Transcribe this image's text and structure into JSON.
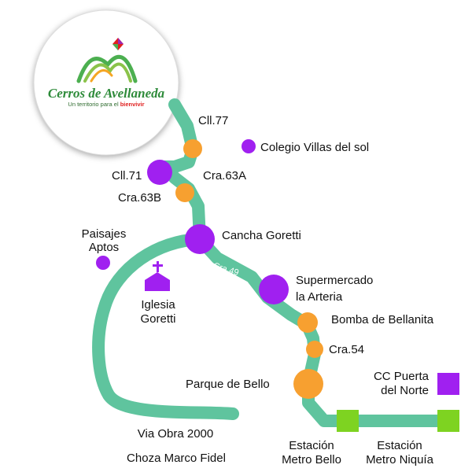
{
  "logo": {
    "title": "Cerros de Avellaneda",
    "tagline_prefix": "Un territorio para el ",
    "tagline_highlight": "bienvivir",
    "icon": "mountains-logo-icon"
  },
  "colors": {
    "route": "#5fc49e",
    "major_stop": "#a020f0",
    "minor_stop": "#f7a030",
    "metro_station": "#7ed321",
    "place": "#a020f0",
    "text": "#111111"
  },
  "route_labels": [
    {
      "id": "cra49",
      "text": "Cra.49"
    }
  ],
  "stops": [
    {
      "id": "cll77",
      "label": "Cll.77",
      "kind": "minor"
    },
    {
      "id": "cll71",
      "label": "Cll.71",
      "kind": "major"
    },
    {
      "id": "cra63a",
      "label": "Cra.63A",
      "kind": "none"
    },
    {
      "id": "cra63b",
      "label": "Cra.63B",
      "kind": "minor"
    },
    {
      "id": "cancha_goretti",
      "label": "Cancha Goretti",
      "kind": "major"
    },
    {
      "id": "supermercado",
      "label_lines": [
        "Supermercado",
        "la Arteria"
      ],
      "kind": "major"
    },
    {
      "id": "bomba",
      "label": "Bomba de Bellanita",
      "kind": "minor"
    },
    {
      "id": "cra54",
      "label": "Cra.54",
      "kind": "minor"
    },
    {
      "id": "parque_bello",
      "label": "Parque de Bello",
      "kind": "minor-large"
    },
    {
      "id": "metro_bello",
      "label_lines": [
        "Estación",
        "Metro Bello"
      ],
      "kind": "metro"
    },
    {
      "id": "metro_niquia",
      "label_lines": [
        "Estación",
        "Metro Niquía"
      ],
      "kind": "metro"
    }
  ],
  "places": [
    {
      "id": "colegio",
      "label": "Colegio Villas del sol",
      "icon": "place-dot-icon"
    },
    {
      "id": "paisajes",
      "label_lines": [
        "Paisajes",
        "Aptos"
      ],
      "icon": "place-dot-icon"
    },
    {
      "id": "iglesia",
      "label_lines": [
        "Iglesia",
        "Goretti"
      ],
      "icon": "church-icon"
    },
    {
      "id": "cc_puerta",
      "label_lines": [
        "CC Puerta",
        "del Norte"
      ],
      "icon": "shopping-center-icon"
    }
  ],
  "branch_labels": [
    {
      "id": "via_obra",
      "label": "Via Obra 2000"
    },
    {
      "id": "choza",
      "label": "Choza Marco Fidel"
    }
  ]
}
